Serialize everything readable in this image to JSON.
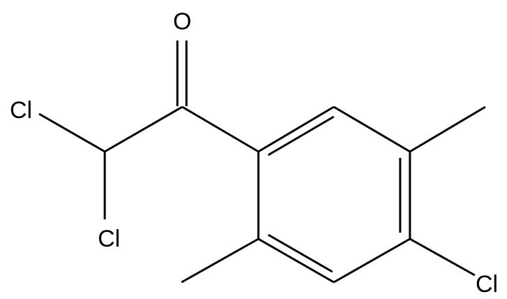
{
  "molecule": {
    "atoms": {
      "oxygen": "O",
      "chlorine_1": "Cl",
      "chlorine_2": "Cl",
      "chlorine_ring": "Cl"
    }
  }
}
